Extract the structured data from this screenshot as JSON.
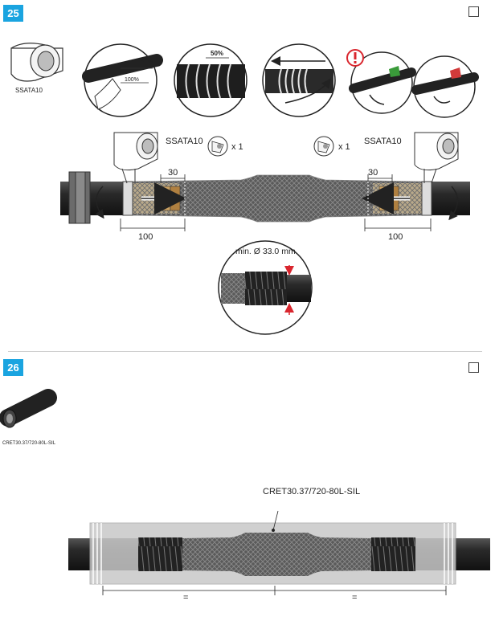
{
  "step25": {
    "number": "25",
    "tape_name": "SSATA10",
    "overlap_50_a": "50%",
    "overlap_100": "100%",
    "overlap_50_b": "50%",
    "left_label": "SSATA10",
    "left_qty": "x 1",
    "right_label": "SSATA10",
    "right_qty": "x 1",
    "dim_30_left": "30",
    "dim_30_right": "30",
    "dim_100_left": "100",
    "dim_100_right": "100",
    "min_diameter": "min. Ø 33.0 mm",
    "icon_warning": "warning-icon",
    "icon_thumb_up": "thumb-up-icon",
    "icon_thumb_down": "thumb-down-icon",
    "colors": {
      "badge": "#1aa4e0",
      "thumb_up": "#3a9b3a",
      "thumb_down": "#d23a3a",
      "warning": "#d9262e",
      "arrow_red": "#d9262e"
    }
  },
  "step26": {
    "number": "26",
    "tube_name": "CRET30.37/720-80L-SIL",
    "callout": "CRET30.37/720-80L-SIL",
    "equal_left": "=",
    "equal_right": "="
  }
}
